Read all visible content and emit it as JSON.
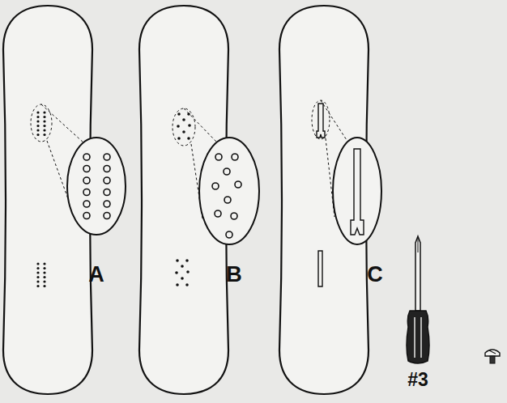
{
  "diagram": {
    "labels": [
      "A",
      "B",
      "C",
      "#3"
    ]
  }
}
